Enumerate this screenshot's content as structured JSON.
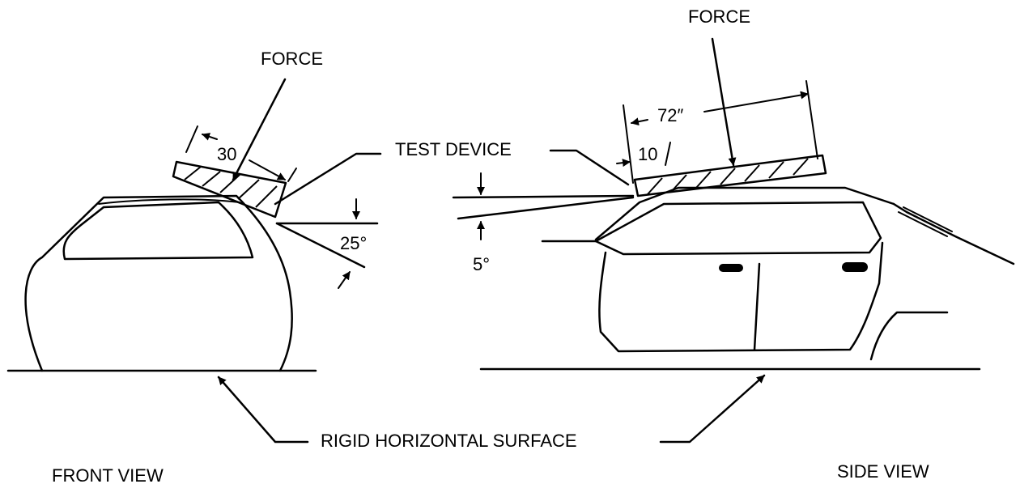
{
  "labels": {
    "force_front": "FORCE",
    "force_side": "FORCE",
    "test_device": "TEST  DEVICE",
    "rigid_surface": "RIGID HORIZONTAL SURFACE",
    "front_view": "FRONT  VIEW",
    "side_view": "SIDE VIEW",
    "dim_30": "30",
    "dim_72": "72″",
    "dim_10": "10",
    "angle_25": "25°",
    "angle_5": "5°"
  },
  "colors": {
    "stroke": "#000000",
    "background": "#ffffff"
  }
}
